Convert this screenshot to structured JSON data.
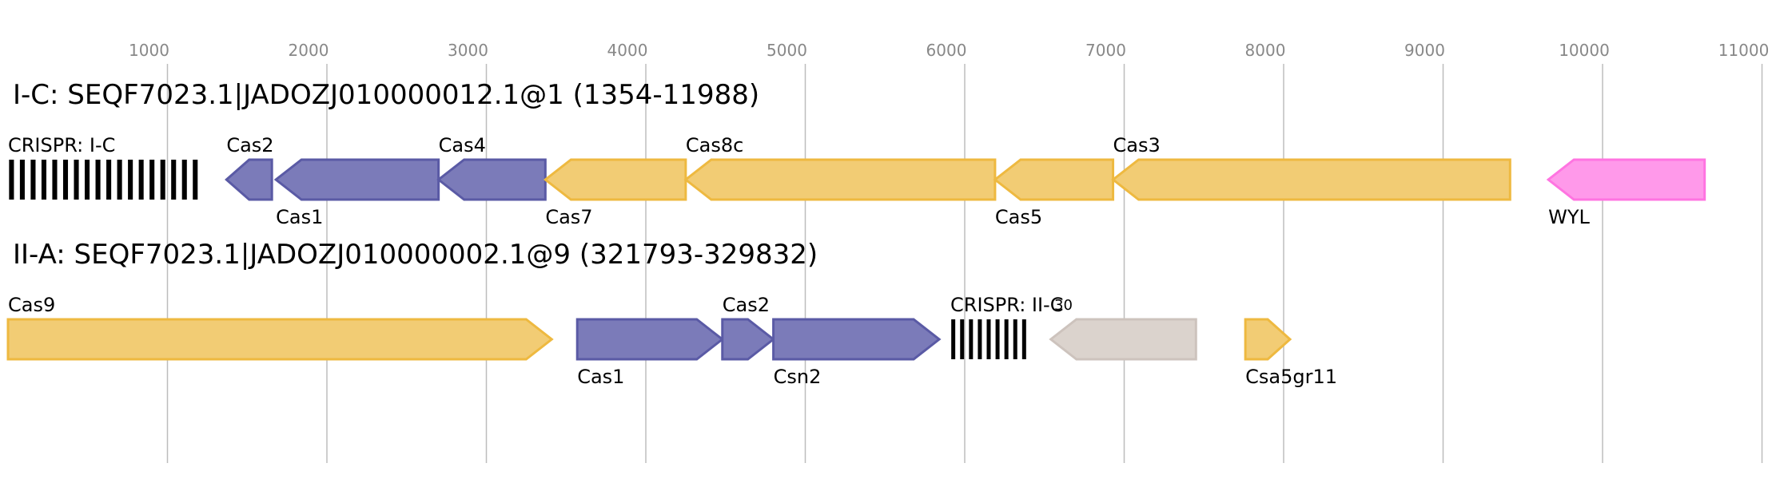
{
  "colors": {
    "purple_fill": "#7b7bb9",
    "purple_stroke": "#5a5aa5",
    "gold_fill": "#f2cc74",
    "gold_stroke": "#eeb940",
    "pink_fill": "#ff99ea",
    "pink_stroke": "#ff74e1",
    "grey_fill": "#dbd3cd",
    "grey_stroke": "#cdc3bd",
    "grid": "#bdbdbd",
    "crispr": "#000000"
  },
  "axis": {
    "ticks": [
      {
        "value": 1000,
        "label": "1000"
      },
      {
        "value": 2000,
        "label": "2000"
      },
      {
        "value": 3000,
        "label": "3000"
      },
      {
        "value": 4000,
        "label": "4000"
      },
      {
        "value": 5000,
        "label": "5000"
      },
      {
        "value": 6000,
        "label": "6000"
      },
      {
        "value": 7000,
        "label": "7000"
      },
      {
        "value": 8000,
        "label": "8000"
      },
      {
        "value": 9000,
        "label": "9000"
      },
      {
        "value": 10000,
        "label": "10000"
      },
      {
        "value": 11000,
        "label": "11000"
      }
    ]
  },
  "tracks": [
    {
      "title": "I-C: SEQF7023.1|JADOZJ010000012.1@1 (1354-11988)",
      "features": [
        {
          "kind": "crispr",
          "label": "CRISPR: I-C",
          "start": 0,
          "end": 1220,
          "repeats": 18,
          "label_pos": "above"
        },
        {
          "kind": "gene",
          "label": "Cas2",
          "start": 1370,
          "end": 1655,
          "strand": "-",
          "color": "purple",
          "label_pos": "above"
        },
        {
          "kind": "gene",
          "label": "Cas1",
          "start": 1680,
          "end": 2700,
          "strand": "-",
          "color": "purple",
          "label_pos": "below"
        },
        {
          "kind": "gene",
          "label": "Cas4",
          "start": 2700,
          "end": 3370,
          "strand": "-",
          "color": "purple",
          "label_pos": "above"
        },
        {
          "kind": "gene",
          "label": "Cas7",
          "start": 3370,
          "end": 4250,
          "strand": "-",
          "color": "gold",
          "label_pos": "below"
        },
        {
          "kind": "gene",
          "label": "Cas8c",
          "start": 4250,
          "end": 6190,
          "strand": "-",
          "color": "gold",
          "label_pos": "above"
        },
        {
          "kind": "gene",
          "label": "Cas5",
          "start": 6190,
          "end": 6930,
          "strand": "-",
          "color": "gold",
          "label_pos": "below"
        },
        {
          "kind": "gene",
          "label": "Cas3",
          "start": 6930,
          "end": 9420,
          "strand": "-",
          "color": "gold",
          "label_pos": "above"
        },
        {
          "kind": "gene",
          "label": "WYL",
          "start": 9660,
          "end": 10640,
          "strand": "-",
          "color": "pink",
          "label_pos": "below"
        }
      ]
    },
    {
      "title": "II-A: SEQF7023.1|JADOZJ010000002.1@9 (321793-329832)",
      "features": [
        {
          "kind": "gene",
          "label": "Cas9",
          "start": 0,
          "end": 3410,
          "strand": "+",
          "color": "gold",
          "label_pos": "above"
        },
        {
          "kind": "gene",
          "label": "Cas1",
          "start": 3570,
          "end": 4480,
          "strand": "+",
          "color": "purple",
          "label_pos": "below"
        },
        {
          "kind": "gene",
          "label": "Cas2",
          "start": 4480,
          "end": 4800,
          "strand": "+",
          "color": "purple",
          "label_pos": "above"
        },
        {
          "kind": "gene",
          "label": "Csn2",
          "start": 4800,
          "end": 5840,
          "strand": "+",
          "color": "purple",
          "label_pos": "below"
        },
        {
          "kind": "crispr",
          "label": "CRISPR: II-C",
          "start": 5910,
          "end": 6410,
          "repeats": 9,
          "label_pos": "above",
          "count_label": "30"
        },
        {
          "kind": "gene",
          "label": "",
          "start": 6540,
          "end": 7450,
          "strand": "-",
          "color": "grey",
          "label_pos": "none"
        },
        {
          "kind": "gene",
          "label": "Csa5gr11",
          "start": 7760,
          "end": 8040,
          "strand": "+",
          "color": "gold",
          "label_pos": "below"
        }
      ]
    }
  ]
}
